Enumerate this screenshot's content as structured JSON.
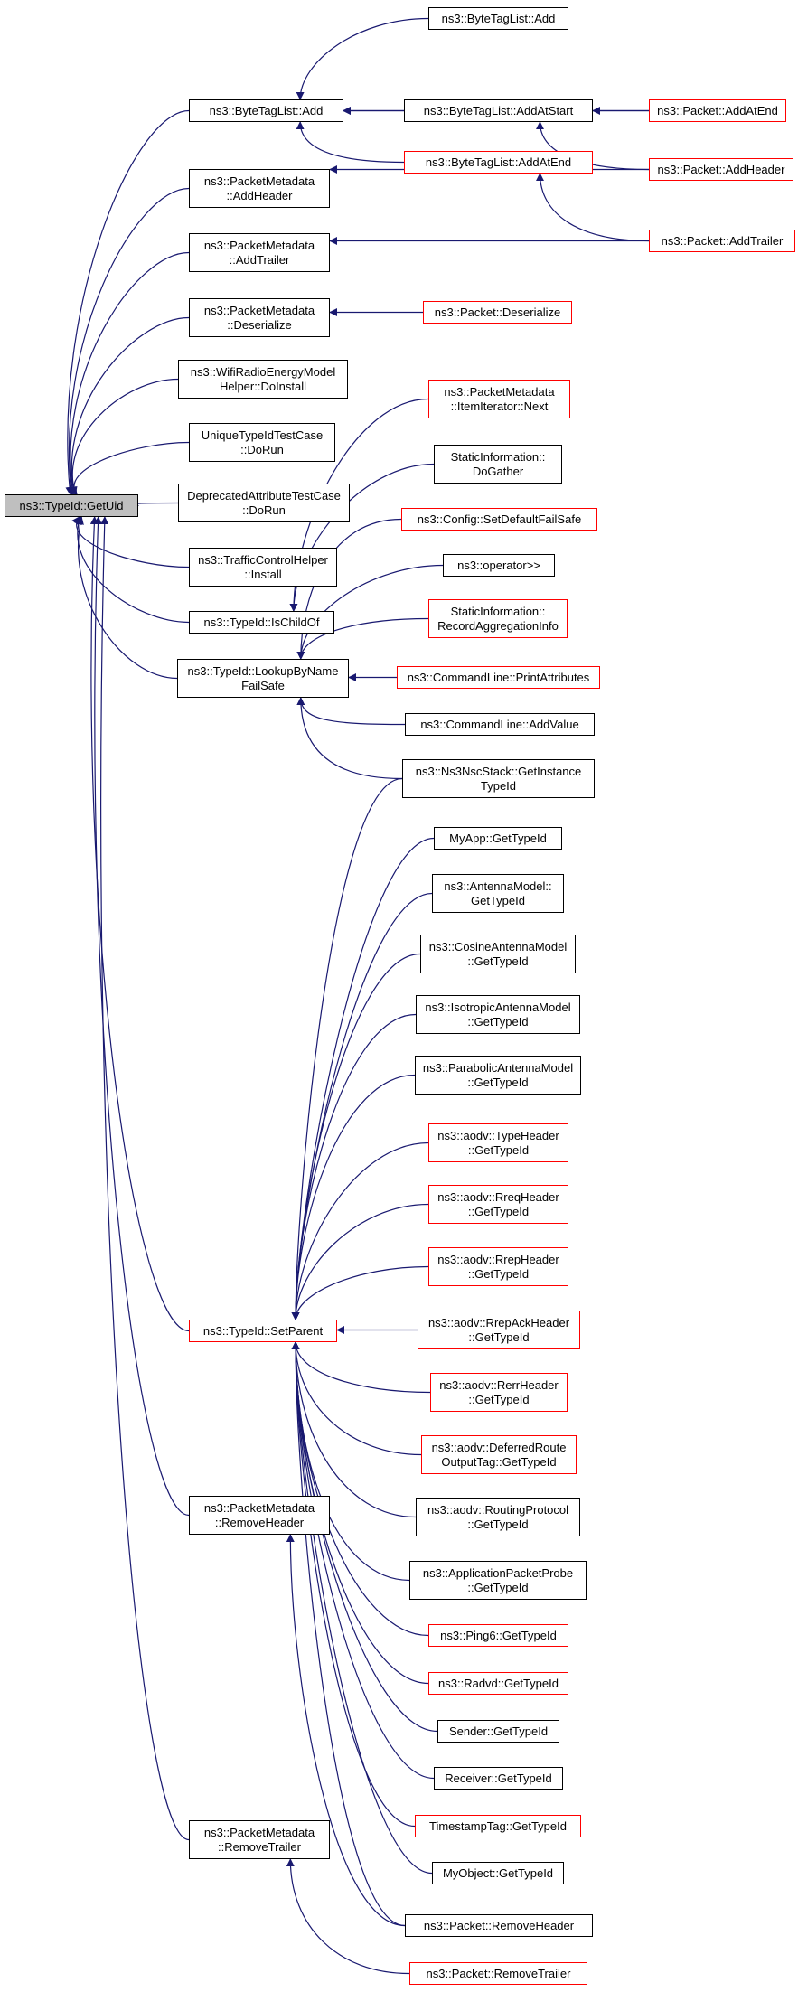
{
  "graph": {
    "edge_color": "#191970",
    "nodes": [
      {
        "id": "root",
        "lines": [
          "ns3::TypeId::GetUid"
        ],
        "style": "grey"
      },
      {
        "id": "btl_add",
        "lines": [
          "ns3::ByteTagList::Add"
        ],
        "style": "black"
      },
      {
        "id": "btl_add2",
        "lines": [
          "ns3::ByteTagList::Add"
        ],
        "style": "black"
      },
      {
        "id": "btl_addatstart",
        "lines": [
          "ns3::ByteTagList::AddAtStart"
        ],
        "style": "black"
      },
      {
        "id": "btl_addatend",
        "lines": [
          "ns3::ByteTagList::AddAtEnd"
        ],
        "style": "red"
      },
      {
        "id": "p_addatend",
        "lines": [
          "ns3::Packet::AddAtEnd"
        ],
        "style": "red"
      },
      {
        "id": "p_addheader",
        "lines": [
          "ns3::Packet::AddHeader"
        ],
        "style": "red"
      },
      {
        "id": "pm_addheader",
        "lines": [
          "ns3::PacketMetadata",
          "::AddHeader"
        ],
        "style": "black"
      },
      {
        "id": "pm_addtrailer",
        "lines": [
          "ns3::PacketMetadata",
          "::AddTrailer"
        ],
        "style": "black"
      },
      {
        "id": "p_addtrailer",
        "lines": [
          "ns3::Packet::AddTrailer"
        ],
        "style": "red"
      },
      {
        "id": "pm_deserialize",
        "lines": [
          "ns3::PacketMetadata",
          "::Deserialize"
        ],
        "style": "black"
      },
      {
        "id": "p_deserialize",
        "lines": [
          "ns3::Packet::Deserialize"
        ],
        "style": "red"
      },
      {
        "id": "wifi_doinstall",
        "lines": [
          "ns3::WifiRadioEnergyModel",
          "Helper::DoInstall"
        ],
        "style": "black"
      },
      {
        "id": "pm_itnext",
        "lines": [
          "ns3::PacketMetadata",
          "::ItemIterator::Next"
        ],
        "style": "red"
      },
      {
        "id": "unique_dorun",
        "lines": [
          "UniqueTypeIdTestCase",
          "::DoRun"
        ],
        "style": "black"
      },
      {
        "id": "si_dogather",
        "lines": [
          "StaticInformation::",
          "DoGather"
        ],
        "style": "black"
      },
      {
        "id": "deprecated_dorun",
        "lines": [
          "DeprecatedAttributeTestCase",
          "::DoRun"
        ],
        "style": "black"
      },
      {
        "id": "cfg_setdefault",
        "lines": [
          "ns3::Config::SetDefaultFailSafe"
        ],
        "style": "red"
      },
      {
        "id": "tch_install",
        "lines": [
          "ns3::TrafficControlHelper",
          "::Install"
        ],
        "style": "black"
      },
      {
        "id": "operator",
        "lines": [
          "ns3::operator>>"
        ],
        "style": "black"
      },
      {
        "id": "ischildof",
        "lines": [
          "ns3::TypeId::IsChildOf"
        ],
        "style": "black"
      },
      {
        "id": "si_record",
        "lines": [
          "StaticInformation::",
          "RecordAggregationInfo"
        ],
        "style": "red"
      },
      {
        "id": "lookup",
        "lines": [
          "ns3::TypeId::LookupByName",
          "FailSafe"
        ],
        "style": "black"
      },
      {
        "id": "cl_printattr",
        "lines": [
          "ns3::CommandLine::PrintAttributes"
        ],
        "style": "red"
      },
      {
        "id": "cl_addvalue",
        "lines": [
          "ns3::CommandLine::AddValue"
        ],
        "style": "black"
      },
      {
        "id": "nsc_getinstance",
        "lines": [
          "ns3::Ns3NscStack::GetInstance",
          "TypeId"
        ],
        "style": "black"
      },
      {
        "id": "myapp",
        "lines": [
          "MyApp::GetTypeId"
        ],
        "style": "black"
      },
      {
        "id": "antenna",
        "lines": [
          "ns3::AntennaModel::",
          "GetTypeId"
        ],
        "style": "black"
      },
      {
        "id": "cosine",
        "lines": [
          "ns3::CosineAntennaModel",
          "::GetTypeId"
        ],
        "style": "black"
      },
      {
        "id": "isotropic",
        "lines": [
          "ns3::IsotropicAntennaModel",
          "::GetTypeId"
        ],
        "style": "black"
      },
      {
        "id": "parabolic",
        "lines": [
          "ns3::ParabolicAntennaModel",
          "::GetTypeId"
        ],
        "style": "black"
      },
      {
        "id": "aodv_type",
        "lines": [
          "ns3::aodv::TypeHeader",
          "::GetTypeId"
        ],
        "style": "red"
      },
      {
        "id": "aodv_rreq",
        "lines": [
          "ns3::aodv::RreqHeader",
          "::GetTypeId"
        ],
        "style": "red"
      },
      {
        "id": "aodv_rrep",
        "lines": [
          "ns3::aodv::RrepHeader",
          "::GetTypeId"
        ],
        "style": "red"
      },
      {
        "id": "setparent",
        "lines": [
          "ns3::TypeId::SetParent"
        ],
        "style": "red"
      },
      {
        "id": "aodv_rrepack",
        "lines": [
          "ns3::aodv::RrepAckHeader",
          "::GetTypeId"
        ],
        "style": "red"
      },
      {
        "id": "aodv_rerr",
        "lines": [
          "ns3::aodv::RerrHeader",
          "::GetTypeId"
        ],
        "style": "red"
      },
      {
        "id": "aodv_deferred",
        "lines": [
          "ns3::aodv::DeferredRoute",
          "OutputTag::GetTypeId"
        ],
        "style": "red"
      },
      {
        "id": "pm_removeheader",
        "lines": [
          "ns3::PacketMetadata",
          "::RemoveHeader"
        ],
        "style": "black"
      },
      {
        "id": "aodv_routing",
        "lines": [
          "ns3::aodv::RoutingProtocol",
          "::GetTypeId"
        ],
        "style": "black"
      },
      {
        "id": "app_probe",
        "lines": [
          "ns3::ApplicationPacketProbe",
          "::GetTypeId"
        ],
        "style": "black"
      },
      {
        "id": "ping6",
        "lines": [
          "ns3::Ping6::GetTypeId"
        ],
        "style": "red"
      },
      {
        "id": "radvd",
        "lines": [
          "ns3::Radvd::GetTypeId"
        ],
        "style": "red"
      },
      {
        "id": "sender",
        "lines": [
          "Sender::GetTypeId"
        ],
        "style": "black"
      },
      {
        "id": "receiver",
        "lines": [
          "Receiver::GetTypeId"
        ],
        "style": "black"
      },
      {
        "id": "pm_removetrailer",
        "lines": [
          "ns3::PacketMetadata",
          "::RemoveTrailer"
        ],
        "style": "black"
      },
      {
        "id": "timestamp",
        "lines": [
          "TimestampTag::GetTypeId"
        ],
        "style": "red"
      },
      {
        "id": "myobject",
        "lines": [
          "MyObject::GetTypeId"
        ],
        "style": "black"
      },
      {
        "id": "p_removeheader",
        "lines": [
          "ns3::Packet::RemoveHeader"
        ],
        "style": "black"
      },
      {
        "id": "p_removetrailer",
        "lines": [
          "ns3::Packet::RemoveTrailer"
        ],
        "style": "red"
      }
    ],
    "edges": [
      [
        "btl_add",
        "root"
      ],
      [
        "pm_addheader",
        "root"
      ],
      [
        "pm_addtrailer",
        "root"
      ],
      [
        "pm_deserialize",
        "root"
      ],
      [
        "wifi_doinstall",
        "root"
      ],
      [
        "unique_dorun",
        "root"
      ],
      [
        "deprecated_dorun",
        "root"
      ],
      [
        "tch_install",
        "root"
      ],
      [
        "ischildof",
        "root"
      ],
      [
        "lookup",
        "root"
      ],
      [
        "setparent",
        "root"
      ],
      [
        "pm_removeheader",
        "root"
      ],
      [
        "pm_removetrailer",
        "root"
      ],
      [
        "btl_add2",
        "btl_add"
      ],
      [
        "btl_addatstart",
        "btl_add"
      ],
      [
        "btl_addatend",
        "btl_add"
      ],
      [
        "p_addatend",
        "btl_add"
      ],
      [
        "p_addatend",
        "btl_addatstart"
      ],
      [
        "p_addheader",
        "btl_addatstart"
      ],
      [
        "p_addtrailer",
        "btl_addatend"
      ],
      [
        "p_addheader",
        "pm_addheader"
      ],
      [
        "p_addtrailer",
        "pm_addtrailer"
      ],
      [
        "p_deserialize",
        "pm_deserialize"
      ],
      [
        "pm_itnext",
        "ischildof"
      ],
      [
        "si_dogather",
        "ischildof"
      ],
      [
        "cfg_setdefault",
        "lookup"
      ],
      [
        "operator",
        "lookup"
      ],
      [
        "si_record",
        "lookup"
      ],
      [
        "cl_printattr",
        "lookup"
      ],
      [
        "cl_addvalue",
        "lookup"
      ],
      [
        "nsc_getinstance",
        "lookup"
      ],
      [
        "nsc_getinstance",
        "setparent"
      ],
      [
        "myapp",
        "setparent"
      ],
      [
        "antenna",
        "setparent"
      ],
      [
        "cosine",
        "setparent"
      ],
      [
        "isotropic",
        "setparent"
      ],
      [
        "parabolic",
        "setparent"
      ],
      [
        "aodv_type",
        "setparent"
      ],
      [
        "aodv_rreq",
        "setparent"
      ],
      [
        "aodv_rrep",
        "setparent"
      ],
      [
        "aodv_rrepack",
        "setparent"
      ],
      [
        "aodv_rerr",
        "setparent"
      ],
      [
        "aodv_deferred",
        "setparent"
      ],
      [
        "aodv_routing",
        "setparent"
      ],
      [
        "app_probe",
        "setparent"
      ],
      [
        "ping6",
        "setparent"
      ],
      [
        "radvd",
        "setparent"
      ],
      [
        "sender",
        "setparent"
      ],
      [
        "receiver",
        "setparent"
      ],
      [
        "timestamp",
        "setparent"
      ],
      [
        "myobject",
        "setparent"
      ],
      [
        "p_removeheader",
        "setparent"
      ],
      [
        "p_removeheader",
        "pm_removeheader"
      ],
      [
        "p_removetrailer",
        "pm_removetrailer"
      ]
    ]
  }
}
